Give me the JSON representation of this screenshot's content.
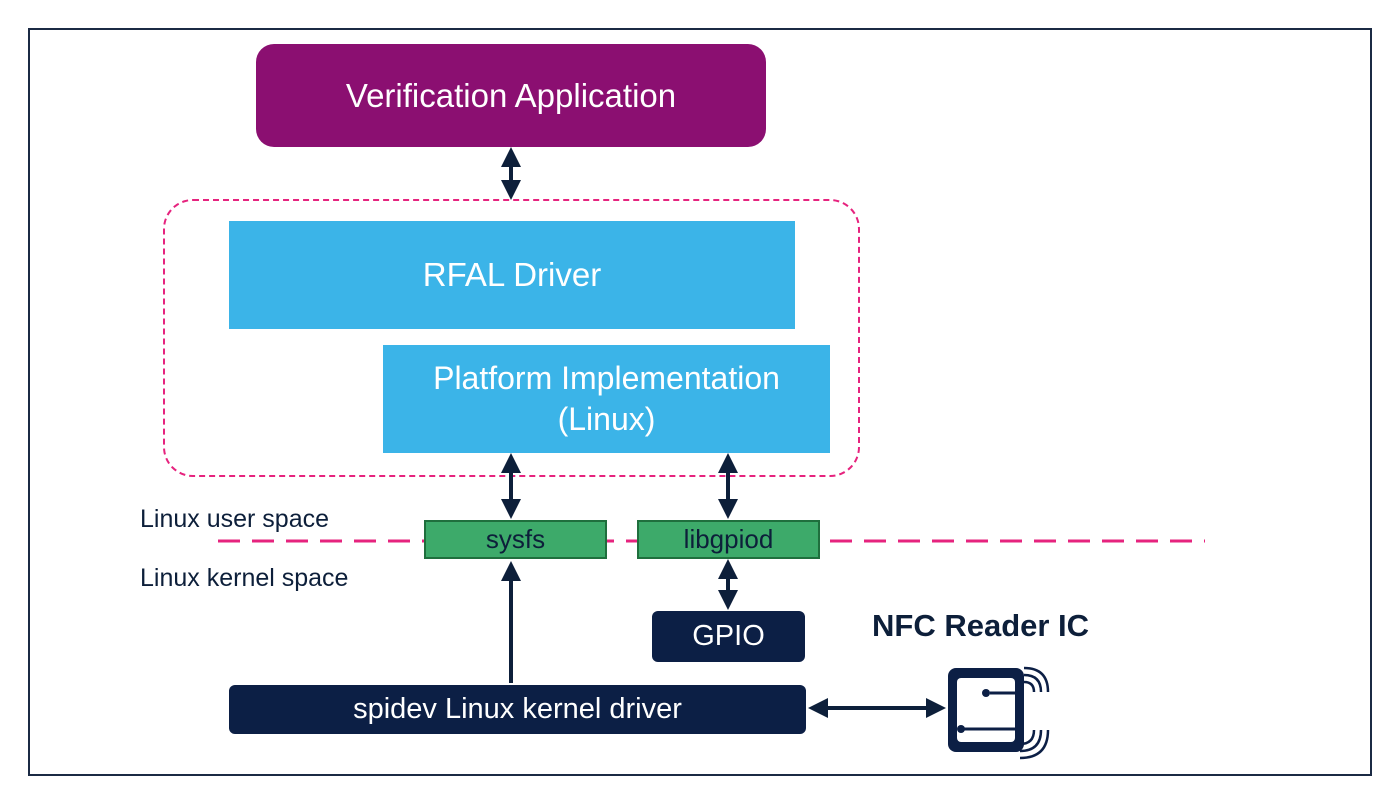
{
  "diagram": {
    "app_label": "Verification Application",
    "rfal_label": "RFAL Driver",
    "platform_line1": "Platform Implementation",
    "platform_line2": "(Linux)",
    "user_space_label": "Linux user space",
    "kernel_space_label": "Linux kernel space",
    "sysfs_label": "sysfs",
    "libgpiod_label": "libgpiod",
    "gpio_label": "GPIO",
    "spidev_label": "spidev Linux kernel driver",
    "nfc_label": "NFC Reader IC"
  },
  "colors": {
    "app": "#8b0f71",
    "driver_blue": "#3bb4e8",
    "interface_green": "#3daa6a",
    "kernel_navy": "#0c1f45",
    "boundary_pink": "#e6237e",
    "arrow": "#0d1f3a"
  },
  "icons": {
    "nfc_chip": "nfc-chip-icon"
  }
}
